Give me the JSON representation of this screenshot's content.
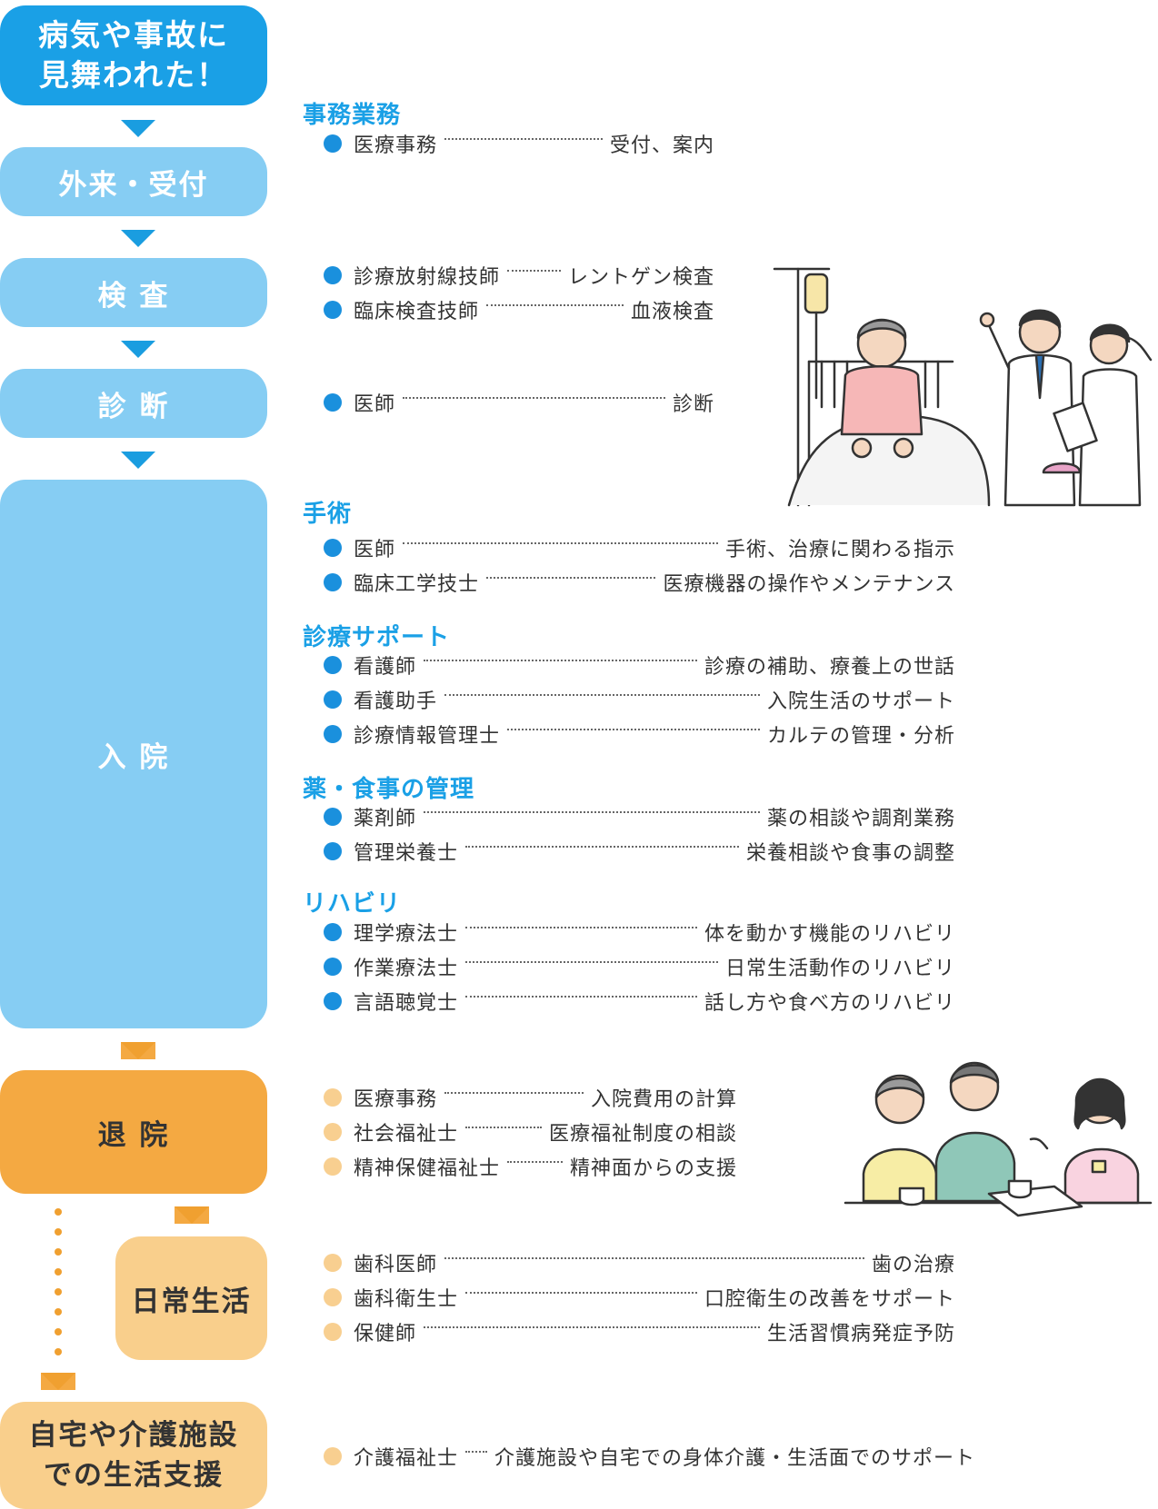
{
  "colors": {
    "blue_dark": "#1aa0e6",
    "blue_light": "#86cdf3",
    "orange": "#f4a942",
    "orange_light": "#f9cf8c",
    "dot_blue": "#1a90dd",
    "dot_orange": "#f8cf90"
  },
  "stages": {
    "illness": [
      "病気や事故に",
      "見舞われた！"
    ],
    "outpatient": "外来・受付",
    "exam": "検 査",
    "diagnosis": "診 断",
    "admission": "入 院",
    "discharge": "退 院",
    "daily_life": "日常生活",
    "home_care": [
      "自宅や介護施設",
      "での生活支援"
    ]
  },
  "categories": {
    "office": "事務業務",
    "surgery": "手術",
    "support": "診療サポート",
    "pharmacy": "薬・食事の管理",
    "rehab": "リハビリ"
  },
  "rows": {
    "r1": {
      "role": "医療事務",
      "task": "受付、案内"
    },
    "r2": {
      "role": "診療放射線技師",
      "task": "レントゲン検査"
    },
    "r3": {
      "role": "臨床検査技師",
      "task": "血液検査"
    },
    "r4": {
      "role": "医師",
      "task": "診断"
    },
    "r5": {
      "role": "医師",
      "task": "手術、治療に関わる指示"
    },
    "r6": {
      "role": "臨床工学技士",
      "task": "医療機器の操作やメンテナンス"
    },
    "r7": {
      "role": "看護師",
      "task": "診療の補助、療養上の世話"
    },
    "r8": {
      "role": "看護助手",
      "task": "入院生活のサポート"
    },
    "r9": {
      "role": "診療情報管理士",
      "task": "カルテの管理・分析"
    },
    "r10": {
      "role": "薬剤師",
      "task": "薬の相談や調剤業務"
    },
    "r11": {
      "role": "管理栄養士",
      "task": "栄養相談や食事の調整"
    },
    "r12": {
      "role": "理学療法士",
      "task": "体を動かす機能のリハビリ"
    },
    "r13": {
      "role": "作業療法士",
      "task": "日常生活動作のリハビリ"
    },
    "r14": {
      "role": "言語聴覚士",
      "task": "話し方や食べ方のリハビリ"
    },
    "r15": {
      "role": "医療事務",
      "task": "入院費用の計算"
    },
    "r16": {
      "role": "社会福祉士",
      "task": "医療福祉制度の相談"
    },
    "r17": {
      "role": "精神保健福祉士",
      "task": "精神面からの支援"
    },
    "r18": {
      "role": "歯科医師",
      "task": "歯の治療"
    },
    "r19": {
      "role": "歯科衛生士",
      "task": "口腔衛生の改善をサポート"
    },
    "r20": {
      "role": "保健師",
      "task": "生活習慣病発症予防"
    },
    "r21": {
      "role": "介護福祉士",
      "task": "介護施設や自宅での身体介護・生活面でのサポート"
    }
  }
}
